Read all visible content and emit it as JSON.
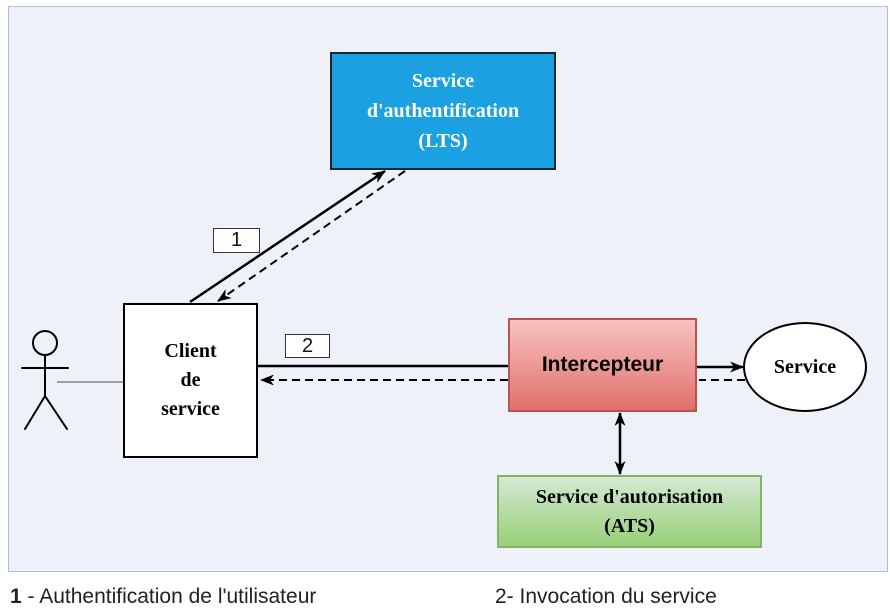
{
  "diagram": {
    "lts": {
      "lines": [
        "Service",
        "d'authentification",
        "(LTS)"
      ]
    },
    "client": {
      "lines": [
        "Client",
        "de",
        "service"
      ]
    },
    "interceptor": {
      "label": "Intercepteur"
    },
    "service": {
      "label": "Service"
    },
    "ats": {
      "lines": [
        "Service d'autorisation",
        "(ATS)"
      ]
    },
    "step_labels": {
      "step1": "1",
      "step2": "2"
    }
  },
  "legend": {
    "item1": {
      "number": "1",
      "text": " - Authentification de l'utilisateur"
    },
    "item2": {
      "text": "2- Invocation du service"
    }
  },
  "colors": {
    "frame_bg": "#eef2f8",
    "frame_border": "#a9c0dc",
    "lts_fill": "#1ba1e2",
    "lts_border": "#1a2530",
    "interceptor_top": "#f6c3c1",
    "interceptor_bottom": "#e2706c",
    "interceptor_border": "#b85450",
    "ats_top": "#d5e8d4",
    "ats_bottom": "#97d077",
    "ats_border": "#82b366"
  }
}
